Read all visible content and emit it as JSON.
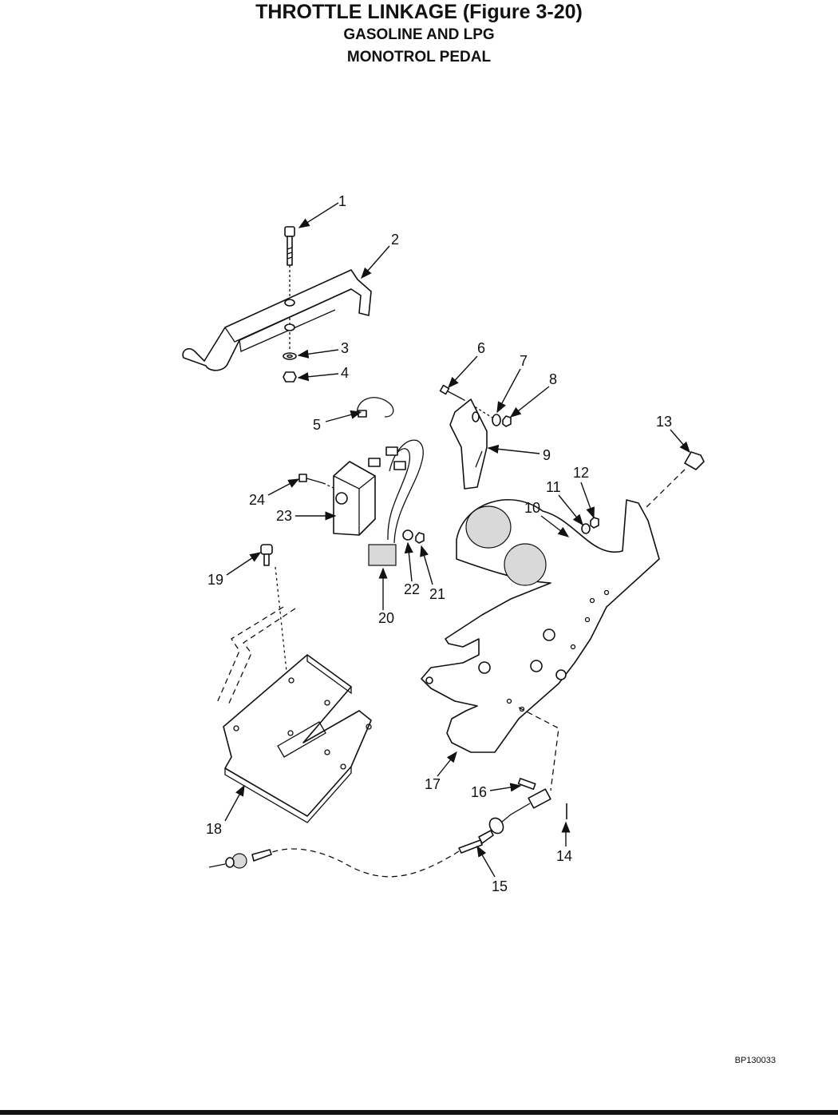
{
  "header": {
    "title": "THROTTLE LINKAGE (Figure 3-20)",
    "subtitle_1": "GASOLINE AND LPG",
    "subtitle_2": "MONOTROL PEDAL"
  },
  "callouts": [
    {
      "id": "c1",
      "label": "1"
    },
    {
      "id": "c2",
      "label": "2"
    },
    {
      "id": "c3",
      "label": "3"
    },
    {
      "id": "c4",
      "label": "4"
    },
    {
      "id": "c5",
      "label": "5"
    },
    {
      "id": "c6",
      "label": "6"
    },
    {
      "id": "c7",
      "label": "7"
    },
    {
      "id": "c8",
      "label": "8"
    },
    {
      "id": "c9",
      "label": "9"
    },
    {
      "id": "c10",
      "label": "10"
    },
    {
      "id": "c11",
      "label": "11"
    },
    {
      "id": "c12",
      "label": "12"
    },
    {
      "id": "c13",
      "label": "13"
    },
    {
      "id": "c14",
      "label": "14"
    },
    {
      "id": "c15",
      "label": "15"
    },
    {
      "id": "c16",
      "label": "16"
    },
    {
      "id": "c17",
      "label": "17"
    },
    {
      "id": "c18",
      "label": "18"
    },
    {
      "id": "c19",
      "label": "19"
    },
    {
      "id": "c20",
      "label": "20"
    },
    {
      "id": "c21",
      "label": "21"
    },
    {
      "id": "c22",
      "label": "22"
    },
    {
      "id": "c23",
      "label": "23"
    },
    {
      "id": "c24",
      "label": "24"
    }
  ],
  "footer": {
    "document_id": "BP130033"
  }
}
